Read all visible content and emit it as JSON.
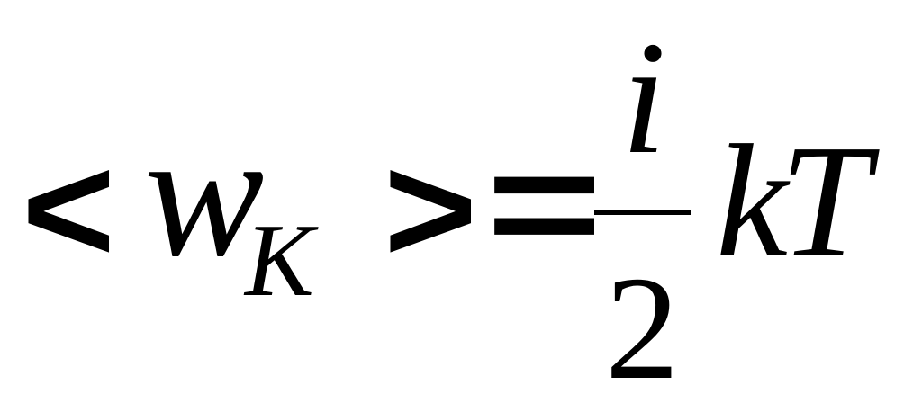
{
  "formula": {
    "left_bracket": "<",
    "variable": "w",
    "subscript": "K",
    "right_bracket": ">",
    "equals": "=",
    "numerator": "i",
    "denominator": "2",
    "constant": "k",
    "temperature": "T"
  }
}
